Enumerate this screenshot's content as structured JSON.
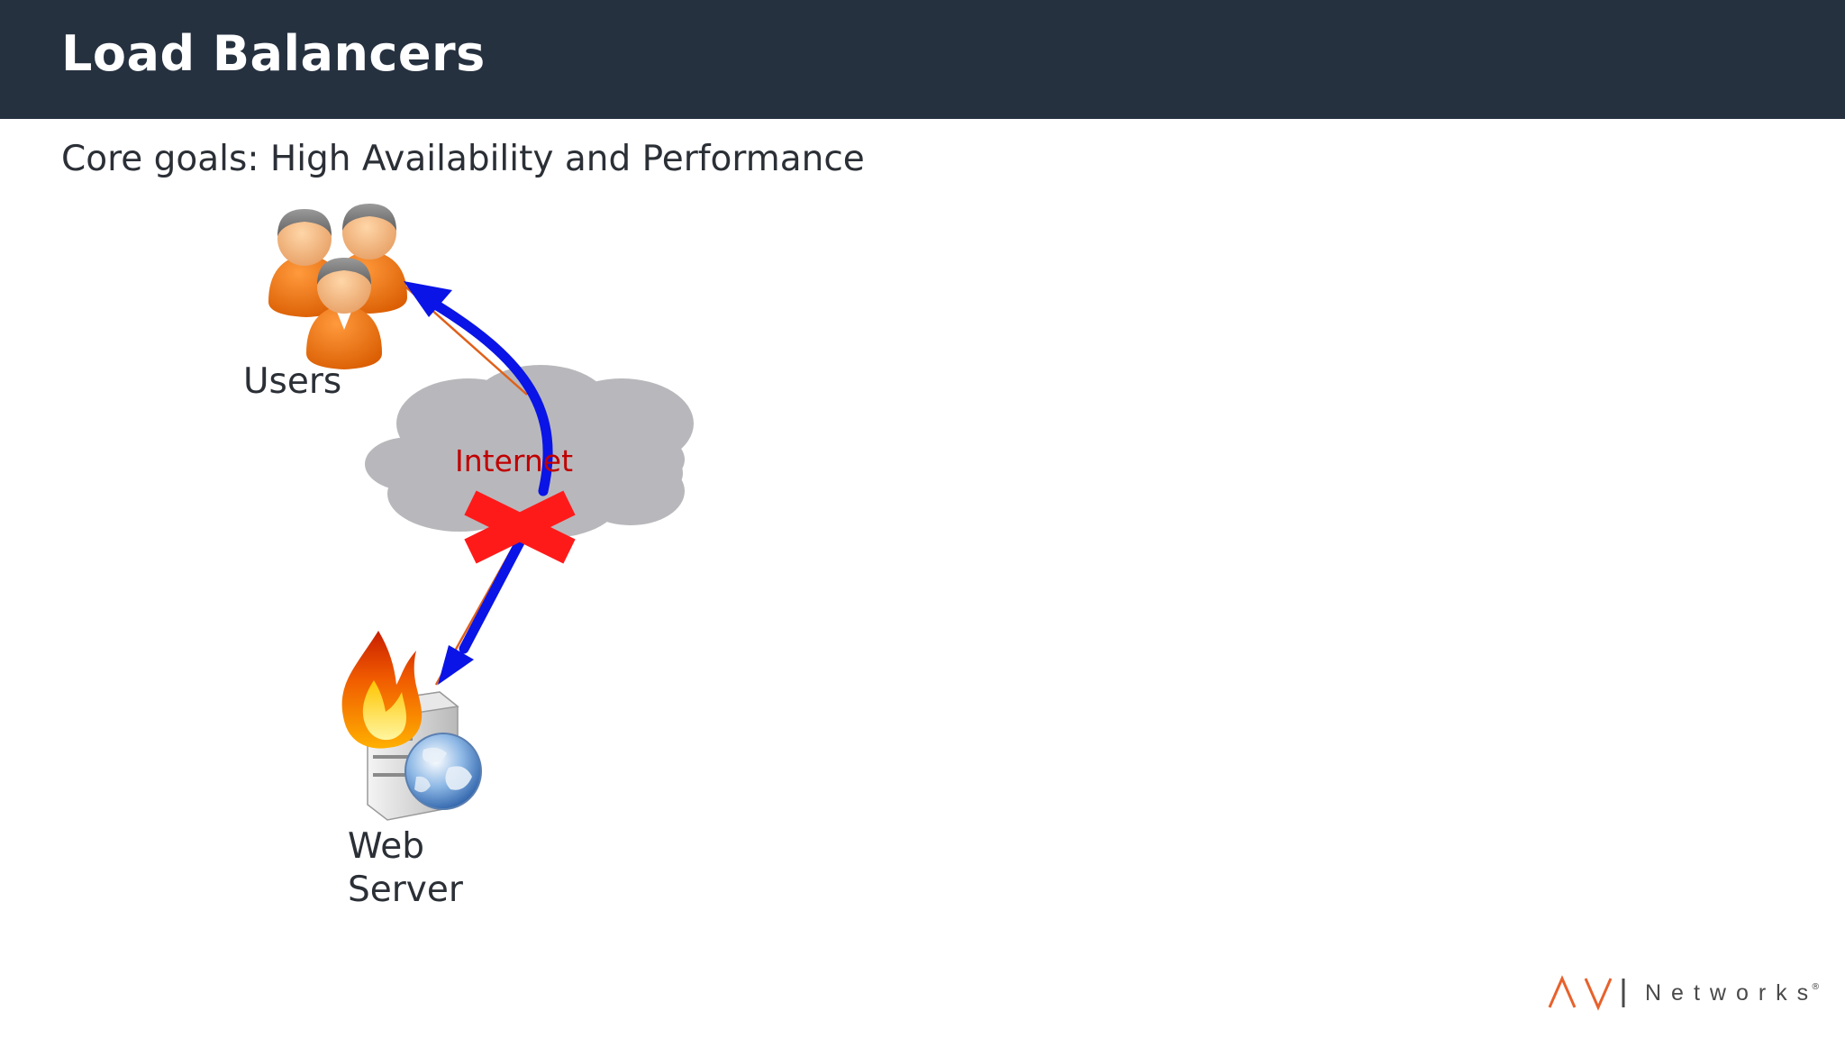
{
  "slide": {
    "title": "Load Balancers",
    "subtitle": "Core goals: High Availability and Performance"
  },
  "diagram": {
    "users_label": "Users",
    "internet_label": "Internet",
    "server_label_line1": "Web",
    "server_label_line2": "Server"
  },
  "logo": {
    "brand_mark": "AVI",
    "word": "Networks"
  },
  "colors": {
    "header_bg": "#263140",
    "arrow": "#0a14e6",
    "failure_x": "#ff1a1a",
    "link_line": "#e0601a",
    "internet_text": "#c00000",
    "cloud": "#b8b8bc",
    "logo_accent": "#e8612c"
  },
  "icons": [
    "users-group-icon",
    "cloud-icon",
    "fire-icon",
    "server-icon",
    "globe-icon",
    "failure-x-icon"
  ]
}
